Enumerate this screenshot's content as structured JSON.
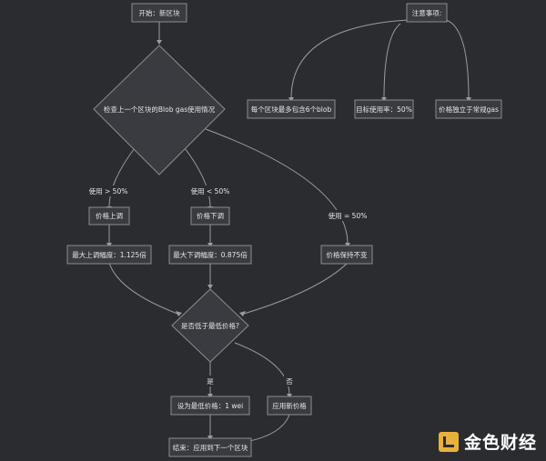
{
  "nodes": {
    "start": "开始：新区块",
    "check": "检查上一个区块的Blob gas使用情况",
    "increase": "价格上调",
    "decrease": "价格下调",
    "max_increase": "最大上调幅度：1.125倍",
    "max_decrease": "最大下调幅度：0.875倍",
    "unchanged": "价格保持不变",
    "below_min": "是否低于最低价格?",
    "set_min": "设为最低价格：1 wei",
    "apply_new": "应用新价格",
    "end": "结束：应用到下一个区块",
    "notes": "注意事项:",
    "note_blobs": "每个区块最多包含6个blob",
    "note_target": "目标使用率：50%",
    "note_independent": "价格独立于常规gas"
  },
  "edges": {
    "gt50": "使用 > 50%",
    "lt50": "使用 < 50%",
    "eq50": "使用 = 50%",
    "yes": "是",
    "no": "否"
  },
  "logo": {
    "text": "金色财经",
    "color": "#e8b13c"
  }
}
